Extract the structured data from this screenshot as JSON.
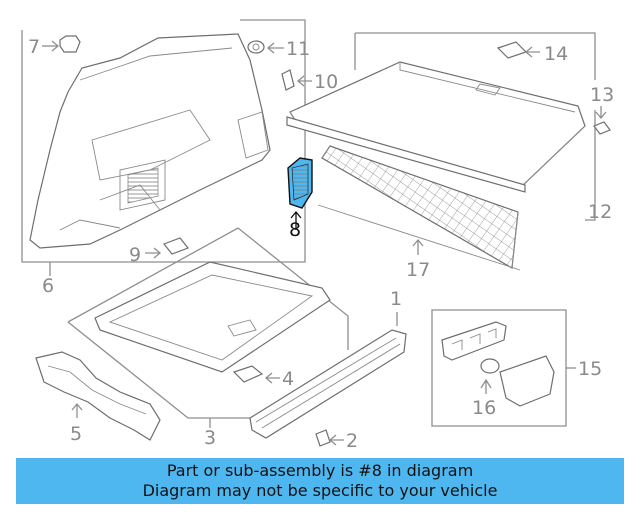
{
  "diagram": {
    "callouts": [
      "1",
      "2",
      "3",
      "4",
      "5",
      "6",
      "7",
      "8",
      "9",
      "10",
      "11",
      "12",
      "13",
      "14",
      "15",
      "16",
      "17"
    ],
    "highlighted_part": "8",
    "highlight_color": "#4fb7f0"
  },
  "banner": {
    "line1": "Part or sub-assembly is #8 in diagram",
    "line2": "Diagram may not be specific to your vehicle",
    "background": "#4fb7f0"
  }
}
